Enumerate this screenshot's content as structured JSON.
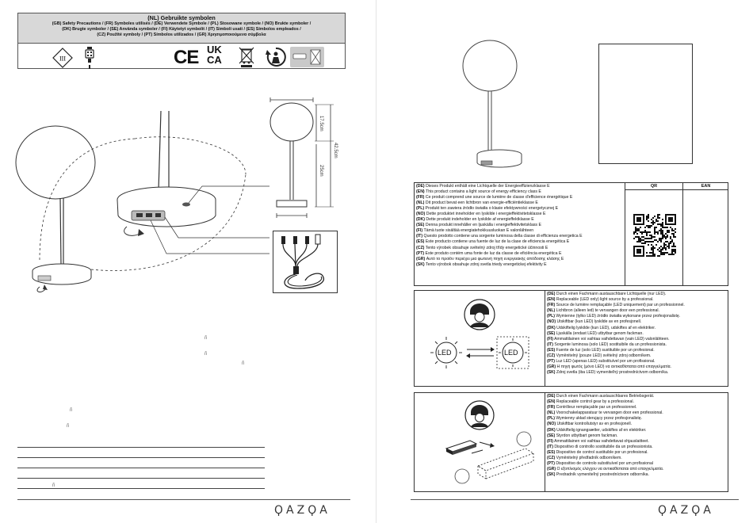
{
  "symbols": {
    "title": "(NL) Gebruikte symbolen",
    "subtitle_1": "(GB) Safety Precautions / (FR) Symboles utilisés / (DE) Verwendete Symbole / (PL) Stosowane symbole / (NO) Brukte symboler /",
    "subtitle_2": "(DK) Brugte symboler / (SE) Använda symboler / (FI) Käytetyt symbolit / (IT) Simboli usati / (ES) Símbolos empleados /",
    "subtitle_3": "(CZ) Použité symboly / (PT) Símbolos utilizados / (GR) Χρησιμοποιούμενα σύμβολα",
    "ce": "CE",
    "ukca_1": "UK",
    "ukca_2": "CA",
    "class3": "III"
  },
  "dimensions": {
    "shade": "17.5cm",
    "total": "42.5cm",
    "stem": "25cm"
  },
  "brand": "ϘΑΖϘΑ",
  "energy": {
    "qr_header": "QR",
    "ean_header": "EAN",
    "lines": [
      {
        "code": "(DE)",
        "text": "Dieses Produkt enthält eine Lichtquelle der Energieeffizienzklasse E"
      },
      {
        "code": "(EN)",
        "text": "This product contains a light source of energy efficiency class E"
      },
      {
        "code": "(FR)",
        "text": "Ce produit comprend une source de lumière de classe d'efficience énergétique E"
      },
      {
        "code": "(NL)",
        "text": "Dit product bevat een lichtbron van energie-efficiëntieklasse E"
      },
      {
        "code": "(PL)",
        "text": "Produkt ten zawiera źródło światła o klasie efektywności energetycznej E"
      },
      {
        "code": "(NO)",
        "text": "Dette produktet inneholder en lyskilde i energieffektivitetsklasse E"
      },
      {
        "code": "(DK)",
        "text": "Dette produkt indeholder en lyskilde af energieffektklasse E"
      },
      {
        "code": "(SE)",
        "text": "Denna produkt innehåller en ljuskälla i energieffektivitetsklass E"
      },
      {
        "code": "(FI)",
        "text": "Tämä tuote sisältää energiatehokkuusluokan E valonlähteen"
      },
      {
        "code": "(IT)",
        "text": "Questo prodotto contiene una sorgente luminosa della classe di efficienza energetica E"
      },
      {
        "code": "(ES)",
        "text": "Este producto contiene una fuente de luz de la clase de eficiencia energética E"
      },
      {
        "code": "(CZ)",
        "text": "Tento výrobek obsahuje světelný zdroj třídy energetické účinnosti E"
      },
      {
        "code": "(PT)",
        "text": "Este produto contém uma fonte de luz da classe de eficiência energética E"
      },
      {
        "code": "(GR)",
        "text": "Αυτό το προϊόν περιέχει μια φωτεινή πηγή ενεργειακής απόδοσης κλάσης E"
      },
      {
        "code": "(SK)",
        "text": "Tento výrobok obsahuje zdroj svetla triedy energetickej efektivity E"
      }
    ]
  },
  "panel_led": {
    "led_label": "LED",
    "lines": [
      {
        "code": "(DE)",
        "text": "Durch einen Fachmann austauschbare Lichtquelle (nur LED)."
      },
      {
        "code": "(EN)",
        "text": "Replaceable (LED only) light source by a professional."
      },
      {
        "code": "(FR)",
        "text": "Source de lumière remplaçable (LED uniquement) par un professionnel."
      },
      {
        "code": "(NL)",
        "text": "Lichtbron (alleen led) te vervangen door een professional."
      },
      {
        "code": "(PL)",
        "text": "Wymienne (tylko LED) źródło światła wykonane przez profesjonalistę."
      },
      {
        "code": "(NO)",
        "text": "Utskiftbar (kun LED) lyskilde av en profesjonell."
      },
      {
        "code": "(DK)",
        "text": "Udskiftelig lyskilde (kun LED), udskiftes af en elektriker."
      },
      {
        "code": "(SE)",
        "text": "Ljuskälla (endast LED) utbytbar genom fackman."
      },
      {
        "code": "(FI)",
        "text": "Ammattilainen voi vaihtaa vaihdettavan (vain LED) valonlähteen."
      },
      {
        "code": "(IT)",
        "text": "Sorgente luminosa (solo LED) sostituibile da un professionista."
      },
      {
        "code": "(ES)",
        "text": "Fuente de luz (solo LED) sustituible por un profesional."
      },
      {
        "code": "(CZ)",
        "text": "Vyměnitelný (pouze LED) světelný zdroj odborníkem."
      },
      {
        "code": "(PT)",
        "text": "Luz LED (apenas LED) substituível por um profissional."
      },
      {
        "code": "(GR)",
        "text": "Η πηγή φωτός (μόνο LED) να αντικαθίσταται από επαγγελματία."
      },
      {
        "code": "(SK)",
        "text": "Zdroj svetla (iba LED) vymeniteľný prostredníctvom odborníka."
      }
    ]
  },
  "panel_gear": {
    "lines": [
      {
        "code": "(DE)",
        "text": "Durch einen Fachmann austauschbares Betriebsgerät."
      },
      {
        "code": "(EN)",
        "text": "Replaceable control gear by a professional."
      },
      {
        "code": "(FR)",
        "text": "Contrôleur remplaçable par un professionnel."
      },
      {
        "code": "(NL)",
        "text": "Voorschakelapparatuur te vervangen door een professional."
      },
      {
        "code": "(PL)",
        "text": "Wymienny układ sterujący przez profesjonalistę."
      },
      {
        "code": "(NO)",
        "text": "Utskiftbar kontrollutstyr av en profesjonell."
      },
      {
        "code": "(DK)",
        "text": "Udskiftelig ignangsætter, udskiftes af en elektriker."
      },
      {
        "code": "(SE)",
        "text": "Styrdon utbytbart genom fackman."
      },
      {
        "code": "(FI)",
        "text": "Ammattilainen voi vaihtaa vaihdettavat ohjauslaitteet."
      },
      {
        "code": "(IT)",
        "text": "Dispositivo di controllo sostituibile da un professionista."
      },
      {
        "code": "(ES)",
        "text": "Dispositivo de control sustituible por un profesional."
      },
      {
        "code": "(CZ)",
        "text": "Vyměnitelný předřadník odborníkem."
      },
      {
        "code": "(PT)",
        "text": "Dispositivo de controlo substituível por um profissional"
      },
      {
        "code": "(GR)",
        "text": "Ο εξοπλισμός ελέγχου να αντικαθίσταται από επαγγελματία."
      },
      {
        "code": "(SK)",
        "text": "Predradník vymeniteľný prostredníctvom odborníka."
      }
    ]
  }
}
